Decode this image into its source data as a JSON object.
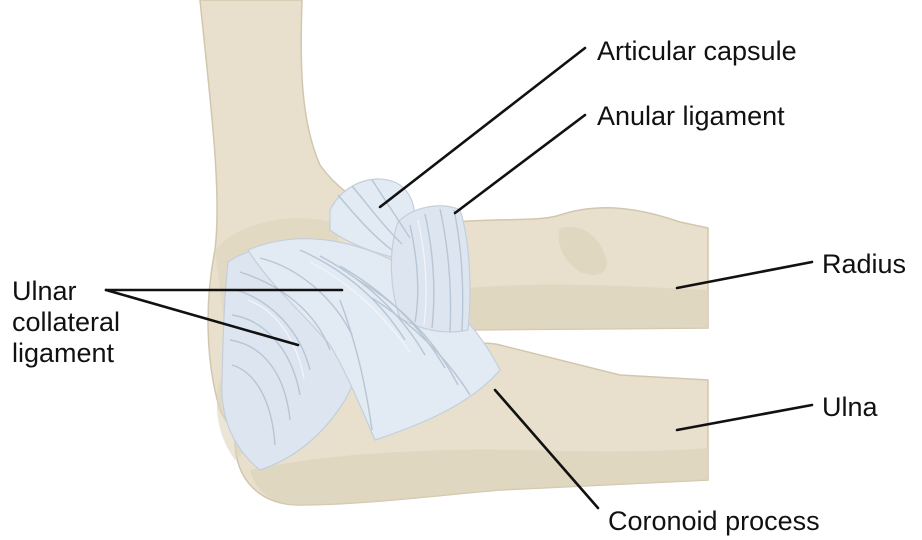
{
  "labels": {
    "articular_capsule": "Articular capsule",
    "anular_ligament": "Anular ligament",
    "radius": "Radius",
    "ulnar_collateral_ligament": [
      "Ulnar",
      "collateral",
      "ligament"
    ],
    "ulna": "Ulna",
    "coronoid_process": "Coronoid process"
  },
  "colors": {
    "bone": "#e8e0cd",
    "bone_shadow": "#d6ccb5",
    "ligament": "#dde6f0",
    "ligament_fiber": "#b7c5d4",
    "leader_line": "#111111",
    "label_text": "#111111",
    "background": "#ffffff"
  }
}
